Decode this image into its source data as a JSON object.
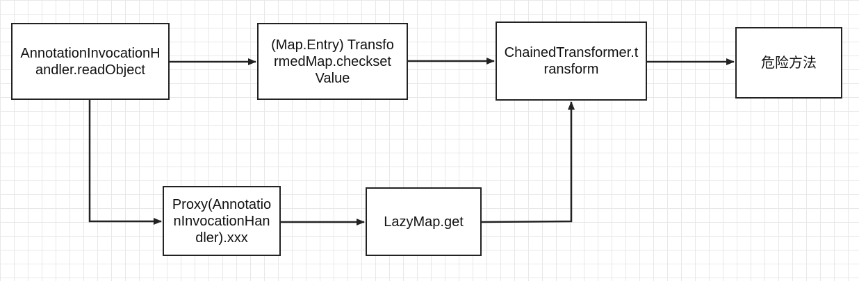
{
  "diagram": {
    "nodes": {
      "readobject": {
        "label": "AnnotationInvocationHandler.readObject"
      },
      "checkset": {
        "label": "(Map.Entry) TransformedMap.checksetValue"
      },
      "chained": {
        "label": "ChainedTransformer.transform"
      },
      "danger": {
        "label": "危险方法"
      },
      "proxy": {
        "label": "Proxy(AnnotationInvocationHandler).xxx"
      },
      "lazymap": {
        "label": "LazyMap.get"
      }
    },
    "edges": [
      {
        "from": "readobject",
        "to": "checkset"
      },
      {
        "from": "checkset",
        "to": "chained"
      },
      {
        "from": "chained",
        "to": "danger"
      },
      {
        "from": "readobject",
        "to": "proxy"
      },
      {
        "from": "proxy",
        "to": "lazymap"
      },
      {
        "from": "lazymap",
        "to": "chained"
      }
    ],
    "colors": {
      "stroke": "#222222",
      "grid": "#e8e8e8",
      "background": "#ffffff"
    }
  }
}
